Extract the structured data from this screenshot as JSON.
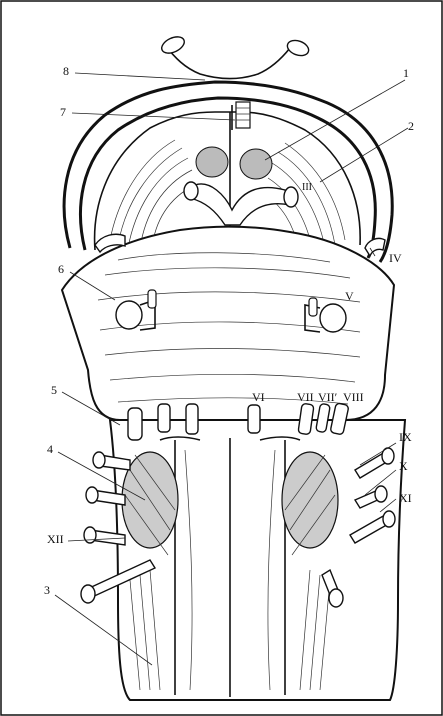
{
  "figure": {
    "border_color": "#111111",
    "ink_color": "#111111",
    "labels": [
      {
        "id": "1",
        "text": "1"
      },
      {
        "id": "2",
        "text": "2"
      },
      {
        "id": "3",
        "text": "3"
      },
      {
        "id": "4",
        "text": "4"
      },
      {
        "id": "5",
        "text": "5"
      },
      {
        "id": "6",
        "text": "6"
      },
      {
        "id": "7",
        "text": "7"
      },
      {
        "id": "8",
        "text": "8"
      }
    ],
    "nerves": {
      "III": "III",
      "IV": "IV",
      "V": "V",
      "VI": "VI",
      "VII": "VII",
      "VII_prime": "VII′",
      "VIII": "VIII",
      "IX": "IX",
      "X": "X",
      "XI": "XI",
      "XII": "XII"
    }
  }
}
